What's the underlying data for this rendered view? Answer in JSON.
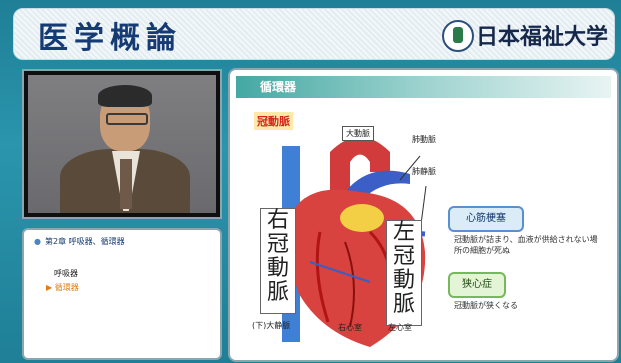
{
  "header": {
    "title": "医学概論",
    "university": "日本福祉大学"
  },
  "toc": {
    "chapter": "第2章 呼吸器、循環器",
    "items": [
      "呼吸器",
      "循環器"
    ]
  },
  "slide": {
    "title": "循環器",
    "coronary": "冠動脈",
    "labels": {
      "aorta": "大動脈",
      "pulmonary_artery": "肺動脈",
      "pulmonary_vein": "肺静脈",
      "vena_cava": "(下)大静脈",
      "right_ventricle": "右心室",
      "left_ventricle": "左心室"
    },
    "right_coronary": "右冠動脈",
    "left_coronary": "左冠動脈",
    "mi": {
      "name": "心筋梗塞",
      "desc": "冠動脈が詰まり、血液が供給されない場所の細胞が死ぬ"
    },
    "angina": {
      "name": "狭心症",
      "desc": "冠動脈が狭くなる"
    }
  },
  "colors": {
    "background": "#1f7f96",
    "title_text": "#163b74",
    "highlight": "#e07c13"
  }
}
